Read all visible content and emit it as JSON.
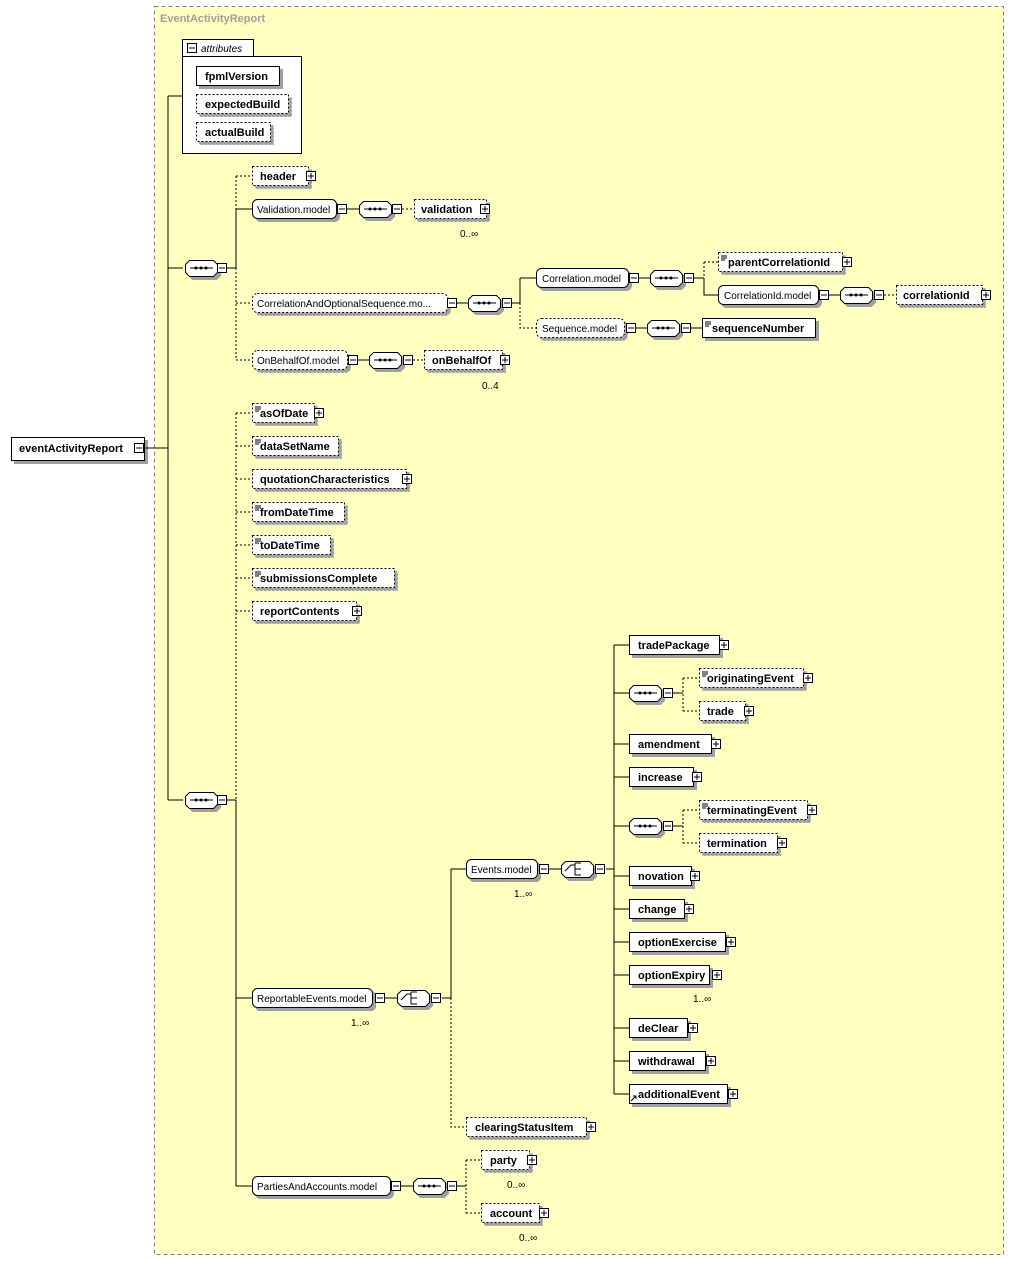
{
  "title": "EventActivityReport",
  "root": "eventActivityReport",
  "attributes_label": "attributes",
  "attributes": [
    "fpmlVersion",
    "expectedBuild",
    "actualBuild"
  ],
  "elements": {
    "header": "header",
    "validation_model": "Validation.model",
    "validation": "validation",
    "corr_opt_seq_model": "CorrelationAndOptionalSequence.mo...",
    "correlation_model": "Correlation.model",
    "parent_correlation_id": "parentCorrelationId",
    "correlation_id_model": "CorrelationId.model",
    "correlation_id": "correlationId",
    "sequence_model": "Sequence.model",
    "sequence_number": "sequenceNumber",
    "on_behalf_of_model": "OnBehalfOf.model",
    "on_behalf_of": "onBehalfOf",
    "as_of_date": "asOfDate",
    "data_set_name": "dataSetName",
    "quotation_characteristics": "quotationCharacteristics",
    "from_date_time": "fromDateTime",
    "to_date_time": "toDateTime",
    "submissions_complete": "submissionsComplete",
    "report_contents": "reportContents",
    "reportable_events_model": "ReportableEvents.model",
    "events_model": "Events.model",
    "trade_package": "tradePackage",
    "originating_event": "originatingEvent",
    "trade": "trade",
    "amendment": "amendment",
    "increase": "increase",
    "terminating_event": "terminatingEvent",
    "termination": "termination",
    "novation": "novation",
    "change": "change",
    "option_exercise": "optionExercise",
    "option_expiry": "optionExpiry",
    "de_clear": "deClear",
    "withdrawal": "withdrawal",
    "additional_event": "additionalEvent",
    "clearing_status_item": "clearingStatusItem",
    "parties_and_accounts_model": "PartiesAndAccounts.model",
    "party": "party",
    "account": "account"
  },
  "cardinalities": {
    "validation": "0..∞",
    "on_behalf_of": "0..4",
    "reportable_events": "1..∞",
    "events_model": "1..∞",
    "option_expiry": "1..∞",
    "party": "0..∞",
    "account": "0..∞"
  },
  "colors": {
    "background": "#ffffc0",
    "box": "#ffffff",
    "border": "#000000",
    "title": "#a0a0a0"
  }
}
